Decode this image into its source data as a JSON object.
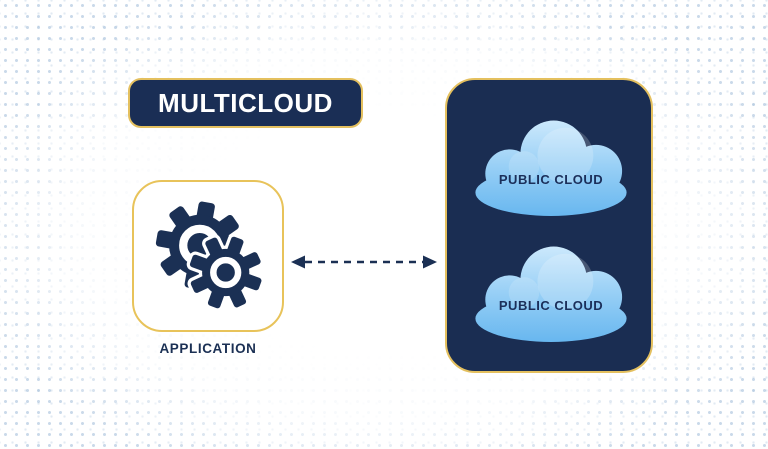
{
  "diagram": {
    "title": "MULTICLOUD",
    "application": {
      "label": "APPLICATION",
      "icon": "gears-icon"
    },
    "clouds": [
      {
        "label": "PUBLIC CLOUD"
      },
      {
        "label": "PUBLIC CLOUD"
      }
    ],
    "connector": {
      "style": "dashed",
      "direction": "bidirectional"
    }
  },
  "colors": {
    "navy": "#1b3054",
    "panel_navy": "#1a2d52",
    "title_navy": "#1a2e55",
    "gold_border": "#e4c05f",
    "cloud_gradient_top": "#cdeafc",
    "cloud_gradient_bottom": "#69b9f0",
    "label_navy": "#1b2f5a",
    "background": "#ffffff",
    "dot_texture": "#96b4d4"
  }
}
